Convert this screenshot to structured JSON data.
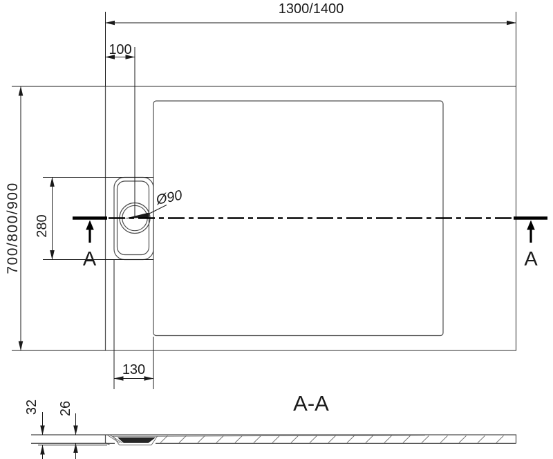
{
  "title": "Shower tray technical drawing",
  "top_view": {
    "width_label": "1300/1400",
    "depth_label": "700/800/900",
    "drain_offset_label": "100",
    "drain_span_label": "280",
    "drain_diameter_label": "Ø90",
    "channel_width_label": "130",
    "section_letter_left": "A",
    "section_letter_right": "A"
  },
  "section_view": {
    "title": "A-A",
    "overall_height_label": "32",
    "base_height_label": "26"
  },
  "colors": {
    "background": "#ffffff",
    "geometry_line": "#4d4d4d",
    "dimension_line": "#1a1a1a",
    "section_mark": "#000000"
  }
}
